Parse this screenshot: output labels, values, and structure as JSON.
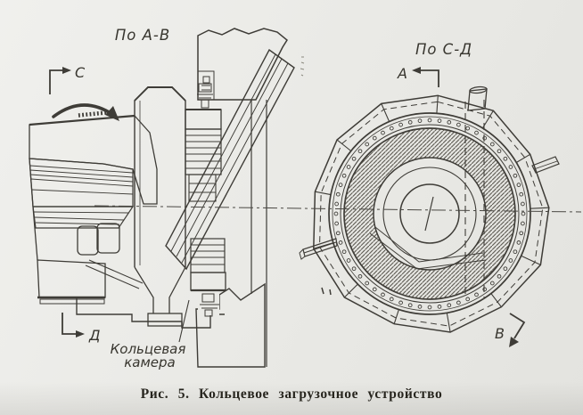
{
  "figure": {
    "type": "technical-drawing",
    "caption": "Рис. 5. Кольцевое загрузочное устройство",
    "views": {
      "left": {
        "title": "По А-В",
        "section_arrow_top": "С",
        "section_arrow_bottom": "Д",
        "callout": {
          "line1": "Кольцевая",
          "line2": "камера"
        }
      },
      "right": {
        "title": "По С-Д",
        "section_arrow_top": "А",
        "section_arrow_bottom": "В"
      }
    },
    "colors": {
      "paper": "#e9e9e5",
      "ink": "#3e3c37",
      "caption_ink": "#26241d"
    }
  }
}
